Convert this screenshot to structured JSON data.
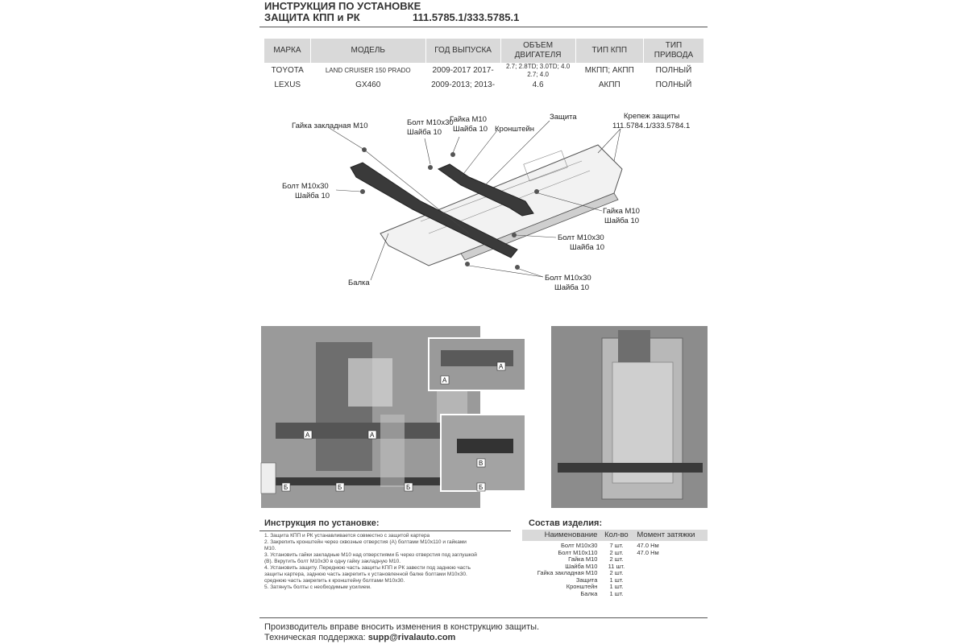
{
  "header": {
    "title": "ИНСТРУКЦИЯ ПО УСТАНОВКЕ",
    "subtitle": "ЗАЩИТА КПП и РК",
    "part_numbers": "111.5785.1/333.5785.1"
  },
  "spec_table": {
    "columns": [
      "МАРКА",
      "МОДЕЛЬ",
      "ГОД ВЫПУСКА",
      "ОБЪЕМ ДВИГАТЕЛЯ",
      "ТИП КПП",
      "ТИП ПРИВОДА"
    ],
    "rows": [
      [
        "TOYOTA",
        "LAND CRUISER 150 PRADO",
        "2009-2017 2017-",
        "2.7; 2.8TD; 3.0TD; 4.0 2.7; 4.0",
        "МКПП; АКПП",
        "ПОЛНЫЙ"
      ],
      [
        "LEXUS",
        "GX460",
        "2009-2013; 2013-",
        "4.6",
        "АКПП",
        "ПОЛНЫЙ"
      ]
    ]
  },
  "diagram_labels": {
    "nut_embedded": "Гайка закладная М10",
    "bolt_washer_top_1": "Болт М10х30",
    "bolt_washer_top_2": "Шайба 10",
    "nut_top_1": "Гайка М10",
    "nut_top_2": "Шайба 10",
    "bracket": "Кронштейн",
    "guard": "Защита",
    "mount_1": "Крепеж защиты",
    "mount_2": "111.5784.1/333.5784.1",
    "bolt_left_1": "Болт М10х30",
    "bolt_left_2": "Шайба 10",
    "nut_right_1": "Гайка М10",
    "nut_right_2": "Шайба 10",
    "bolt_mid_1": "Болт М10х30",
    "bolt_mid_2": "Шайба 10",
    "bolt_bottom_1": "Болт М10х30",
    "bolt_bottom_2": "Шайба 10",
    "beam": "Балка"
  },
  "photo_markers": [
    "A",
    "A",
    "A",
    "A",
    "Б",
    "Б",
    "Б",
    "Б",
    "В"
  ],
  "instructions": {
    "title": "Инструкция по установке:",
    "steps": [
      "1. Защита КПП и РК устанавливается совместно с защитой картера",
      "2. Закрепить кронштейн через сквозные отверстия (А) болтами М10х110 и гайками",
      "М10.",
      "3. Установить гайки закладные М10 над отверстиями Б через отверстия под заглушкой",
      "(В). Вкрутить болт М10х30 в одну гайку закладную М10.",
      "4. Установить защиту. Переднюю часть защиты КПП и РК завести под заднюю часть",
      "защиты картера, заднюю часть закрепить к установленной балке болтами М10х30.",
      "среднюю часть закрепить к кронштейну болтами М10х30.",
      "5. Затянуть болты с необходимым усилием."
    ]
  },
  "composition": {
    "title": "Состав изделия:",
    "headers": [
      "Наименование",
      "Кол-во",
      "Момент затяжки"
    ],
    "rows": [
      [
        "Болт М10х30",
        "7 шт.",
        "47.0 Нм"
      ],
      [
        "Болт М10х110",
        "2 шт.",
        "47.0 Нм"
      ],
      [
        "Гайка М10",
        "2 шт.",
        ""
      ],
      [
        "Шайба М10",
        "11 шт.",
        ""
      ],
      [
        "Гайка закладная М10",
        "2 шт.",
        ""
      ],
      [
        "Защита",
        "1 шт.",
        ""
      ],
      [
        "Кронштейн",
        "1 шт.",
        ""
      ],
      [
        "Балка",
        "1 шт.",
        ""
      ]
    ]
  },
  "footer": {
    "notice": "Производитель вправе вносить изменения в конструкцию защиты.",
    "support_label": "Техническая поддержка:",
    "support_email": "supp@rivalauto.com"
  }
}
